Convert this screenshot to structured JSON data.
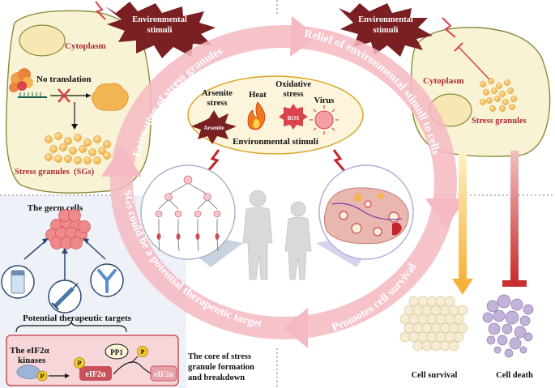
{
  "env_stimuli_left": [
    "Environmental",
    "stimuli"
  ],
  "env_stimuli_right": [
    "Environmental",
    "stimuli"
  ],
  "cell_left": {
    "cytoplasm": "Cytoplasm",
    "no_translation": "No translation",
    "stress_granules": "Stress granules  (SGs)"
  },
  "cell_right": {
    "cytoplasm": "Cytoplasm",
    "stress_granules": "Stress granules"
  },
  "center": {
    "arsenite_stress": [
      "Arsenite",
      "stress"
    ],
    "heat": "Heat",
    "oxidative_stress": [
      "Oxidative",
      "stress"
    ],
    "virus": "Virus",
    "arsenite_tag": "Arsenite",
    "ros_tag": "ROS",
    "title": "Environmental stimuli"
  },
  "arc_labels": {
    "formation": "Formation of stress granules",
    "relief": "Relief of environmental stimuli to cells",
    "survival": "Promotes cell survival",
    "target": "SGs could be a potential therapeutic target"
  },
  "bottom_left": {
    "germ_cells": "The germ cells",
    "targets": "Potential therapeutic targets",
    "eif2a_kinases": [
      "The eIF2α",
      "kinases"
    ],
    "p": "P",
    "pp1": "PP1",
    "eif2a": "eIF2α",
    "core": [
      "The core of stress",
      "granule formation",
      "and breakdown"
    ]
  },
  "bottom_right": {
    "cell_survival": "Cell survival",
    "cell_death": "Cell death"
  },
  "colors": {
    "ring": "#f4b9c2",
    "ring_text": "#ffffff",
    "cell_fill": "#f8f3d4",
    "cell_stroke": "#8a8a3a",
    "granule": "#f5b451",
    "burst": "#7a1f22",
    "alert": "#d9434b",
    "survival_arrow": "#f5b23c",
    "death_arrow": "#c82f2f",
    "core_box": "#f6d6d8",
    "eif2a_box": "#c9515a",
    "bottom_left_bg": "#eef2f8"
  }
}
